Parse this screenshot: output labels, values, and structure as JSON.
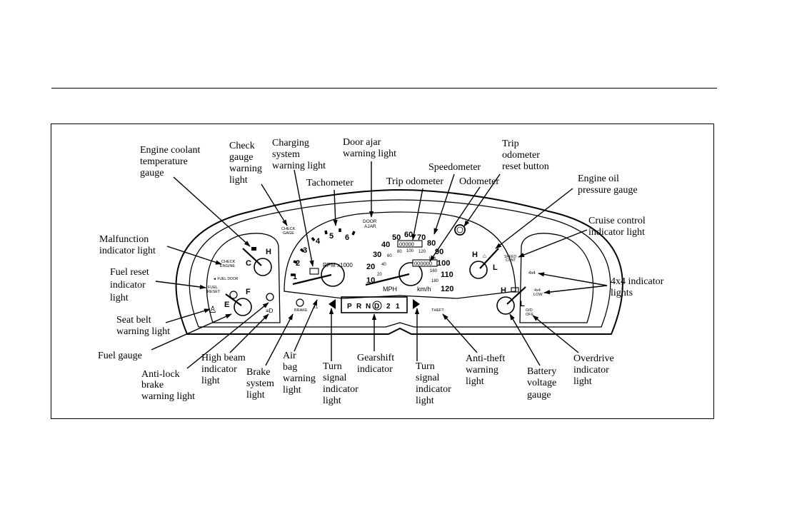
{
  "labels": {
    "engine_coolant": [
      "Engine coolant",
      "temperature",
      "gauge"
    ],
    "check_gauge": [
      "Check",
      "gauge",
      "warning",
      "light"
    ],
    "charging_system": [
      "Charging",
      "system",
      "warning light"
    ],
    "door_ajar": [
      "Door ajar",
      "warning light"
    ],
    "tachometer": [
      "Tachometer"
    ],
    "trip_odometer": [
      "Trip odometer"
    ],
    "speedometer": [
      "Speedometer"
    ],
    "odometer": [
      "Odometer"
    ],
    "trip_reset": [
      "Trip",
      "odometer",
      "reset button"
    ],
    "engine_oil": [
      "Engine oil",
      "pressure gauge"
    ],
    "malfunction": [
      "Malfunction",
      "indicator light"
    ],
    "cruise_control": [
      "Cruise control",
      "indicator light"
    ],
    "fuel_reset": [
      "Fuel reset",
      "indicator",
      "light"
    ],
    "four_by_four": [
      "4x4 indicator",
      "lights"
    ],
    "seat_belt": [
      "Seat belt",
      "warning light"
    ],
    "fuel_gauge": [
      "Fuel gauge"
    ],
    "anti_lock": [
      "Anti-lock",
      "brake",
      "warning light"
    ],
    "high_beam": [
      "High beam",
      "indicator",
      "light"
    ],
    "brake_system": [
      "Brake",
      "system",
      "light"
    ],
    "air_bag": [
      "Air",
      "bag",
      "warning",
      "light"
    ],
    "turn_left": [
      "Turn",
      "signal",
      "indicator",
      "light"
    ],
    "gearshift": [
      "Gearshift",
      "indicator"
    ],
    "turn_right": [
      "Turn",
      "signal",
      "indicator",
      "light"
    ],
    "anti_theft": [
      "Anti-theft",
      "warning",
      "light"
    ],
    "battery": [
      "Battery",
      "voltage",
      "gauge"
    ],
    "overdrive": [
      "Overdrive",
      "indicator",
      "light"
    ]
  },
  "cluster": {
    "check_gage": [
      "CHECK",
      "GAGE"
    ],
    "door_ajar": [
      "DOOR",
      "AJAR"
    ],
    "check_engine": [
      "CHECK",
      "ENGINE"
    ],
    "fuel_door": "◄ FUEL DOOR",
    "fuel_reset": [
      "FUEL",
      "RESET"
    ],
    "temp_h": "H",
    "temp_c": "C",
    "fuel_f": "F",
    "fuel_e": "E",
    "tach_numbers": [
      "1",
      "2",
      "3",
      "4",
      "5",
      "6"
    ],
    "rpm_label": "RPM x1000",
    "brake": "BRAKE",
    "mph_numbers": [
      "10",
      "20",
      "30",
      "40",
      "50",
      "60",
      "70",
      "80",
      "90",
      "100",
      "110",
      "120"
    ],
    "kmh_numbers": [
      "20",
      "40",
      "60",
      "80",
      "100",
      "120",
      "140",
      "160",
      "180"
    ],
    "mph_label": "MPH",
    "kmh_label": "km/h",
    "trip_digits": "00000",
    "odo_digits": "000000",
    "gears": [
      "P",
      "R",
      "N",
      "D",
      "2",
      "1"
    ],
    "theft": "THEFT",
    "oil_h": "H",
    "oil_l": "L",
    "speed_cont": [
      "SPEED",
      "CONT"
    ],
    "four_x_four": "4x4",
    "four_x_four_low": [
      "4x4",
      "LOW"
    ],
    "batt_h": "H",
    "batt_l": "L",
    "od_off": [
      "O/D",
      "OFF"
    ]
  }
}
